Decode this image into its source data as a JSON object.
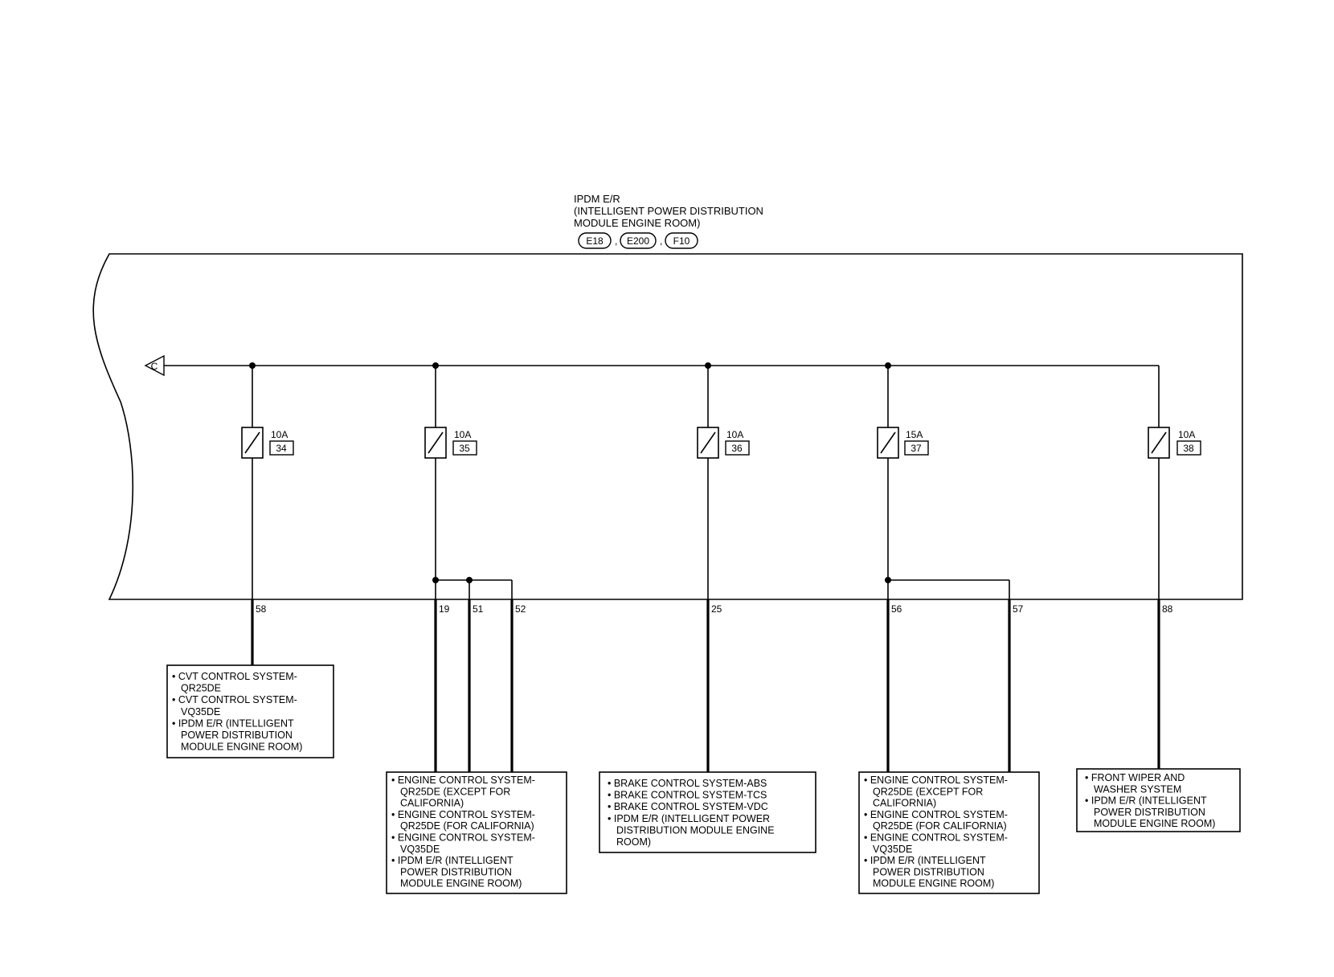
{
  "module": {
    "title_lines": [
      "IPDM E/R",
      "(INTELLIGENT POWER DISTRIBUTION",
      "MODULE ENGINE ROOM)"
    ],
    "connectors": [
      "E18",
      "E200",
      "F10"
    ]
  },
  "bus": {
    "connector_ref": "C"
  },
  "fuses": [
    {
      "amp": "10A",
      "number": "34"
    },
    {
      "amp": "10A",
      "number": "35"
    },
    {
      "amp": "10A",
      "number": "36"
    },
    {
      "amp": "15A",
      "number": "37"
    },
    {
      "amp": "10A",
      "number": "38"
    }
  ],
  "terminals": [
    "58",
    "19",
    "51",
    "52",
    "25",
    "56",
    "57",
    "88"
  ],
  "destinations": [
    {
      "lines": [
        "• CVT CONTROL SYSTEM-",
        "QR25DE",
        "• CVT CONTROL SYSTEM-",
        "VQ35DE",
        "• IPDM E/R (INTELLIGENT",
        "POWER DISTRIBUTION",
        "MODULE ENGINE ROOM)"
      ]
    },
    {
      "lines": [
        "• ENGINE CONTROL SYSTEM-",
        "QR25DE (EXCEPT FOR",
        "CALIFORNIA)",
        "• ENGINE CONTROL SYSTEM-",
        "QR25DE (FOR CALIFORNIA)",
        "• ENGINE CONTROL SYSTEM-",
        "VQ35DE",
        "• IPDM E/R (INTELLIGENT",
        "POWER DISTRIBUTION",
        "MODULE ENGINE ROOM)"
      ]
    },
    {
      "lines": [
        "• BRAKE CONTROL SYSTEM-ABS",
        "• BRAKE CONTROL SYSTEM-TCS",
        "• BRAKE CONTROL SYSTEM-VDC",
        "• IPDM E/R (INTELLIGENT POWER",
        "DISTRIBUTION MODULE ENGINE",
        "ROOM)"
      ]
    },
    {
      "lines": [
        "• ENGINE CONTROL SYSTEM-",
        "QR25DE (EXCEPT FOR",
        "CALIFORNIA)",
        "• ENGINE CONTROL SYSTEM-",
        "QR25DE (FOR CALIFORNIA)",
        "• ENGINE CONTROL SYSTEM-",
        "VQ35DE",
        "• IPDM E/R (INTELLIGENT",
        "POWER DISTRIBUTION",
        "MODULE ENGINE ROOM)"
      ]
    },
    {
      "lines": [
        "• FRONT WIPER AND",
        "WASHER SYSTEM",
        "• IPDM E/R (INTELLIGENT",
        "POWER DISTRIBUTION",
        "MODULE ENGINE ROOM)"
      ]
    }
  ]
}
